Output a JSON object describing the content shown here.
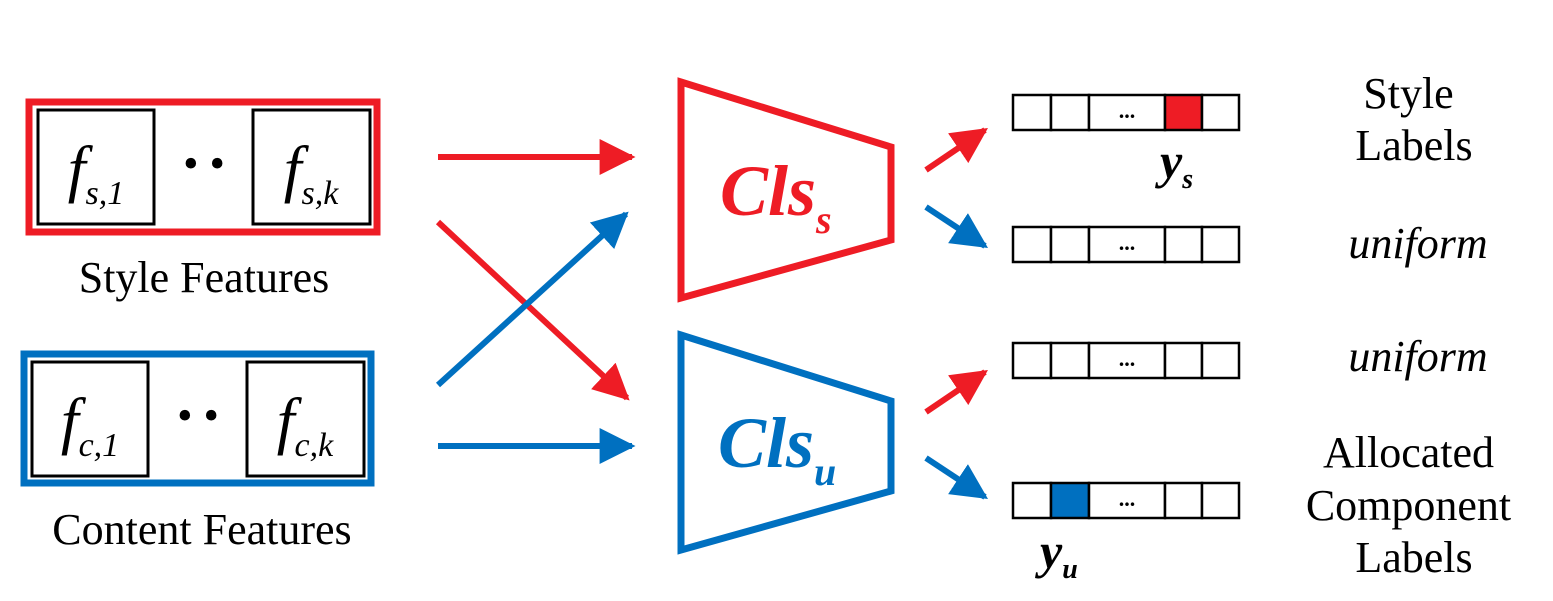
{
  "colors": {
    "style": "#ee1c25",
    "content": "#0070c0",
    "ink": "#000000"
  },
  "style_features": {
    "first": {
      "base": "f",
      "sub": "s,1"
    },
    "dots": "• •",
    "last": {
      "base": "f",
      "sub": "s,k"
    },
    "caption": "Style Features"
  },
  "content_features": {
    "first": {
      "base": "f",
      "sub": "c,1"
    },
    "dots": "• •",
    "last": {
      "base": "f",
      "sub": "c,k"
    },
    "caption": "Content Features"
  },
  "classifiers": {
    "style": {
      "base": "Cls",
      "sub": "s"
    },
    "content": {
      "base": "Cls",
      "sub": "u"
    }
  },
  "vectors": {
    "ellipsis": "...",
    "label_s": {
      "base": "y",
      "sub": "s"
    },
    "label_u": {
      "base": "y",
      "sub": "u"
    }
  },
  "targets": {
    "style_labels": [
      "Style",
      "Labels"
    ],
    "uniform_1": "uniform",
    "uniform_2": "uniform",
    "allocated": [
      "Allocated",
      "Component",
      "Labels"
    ]
  }
}
